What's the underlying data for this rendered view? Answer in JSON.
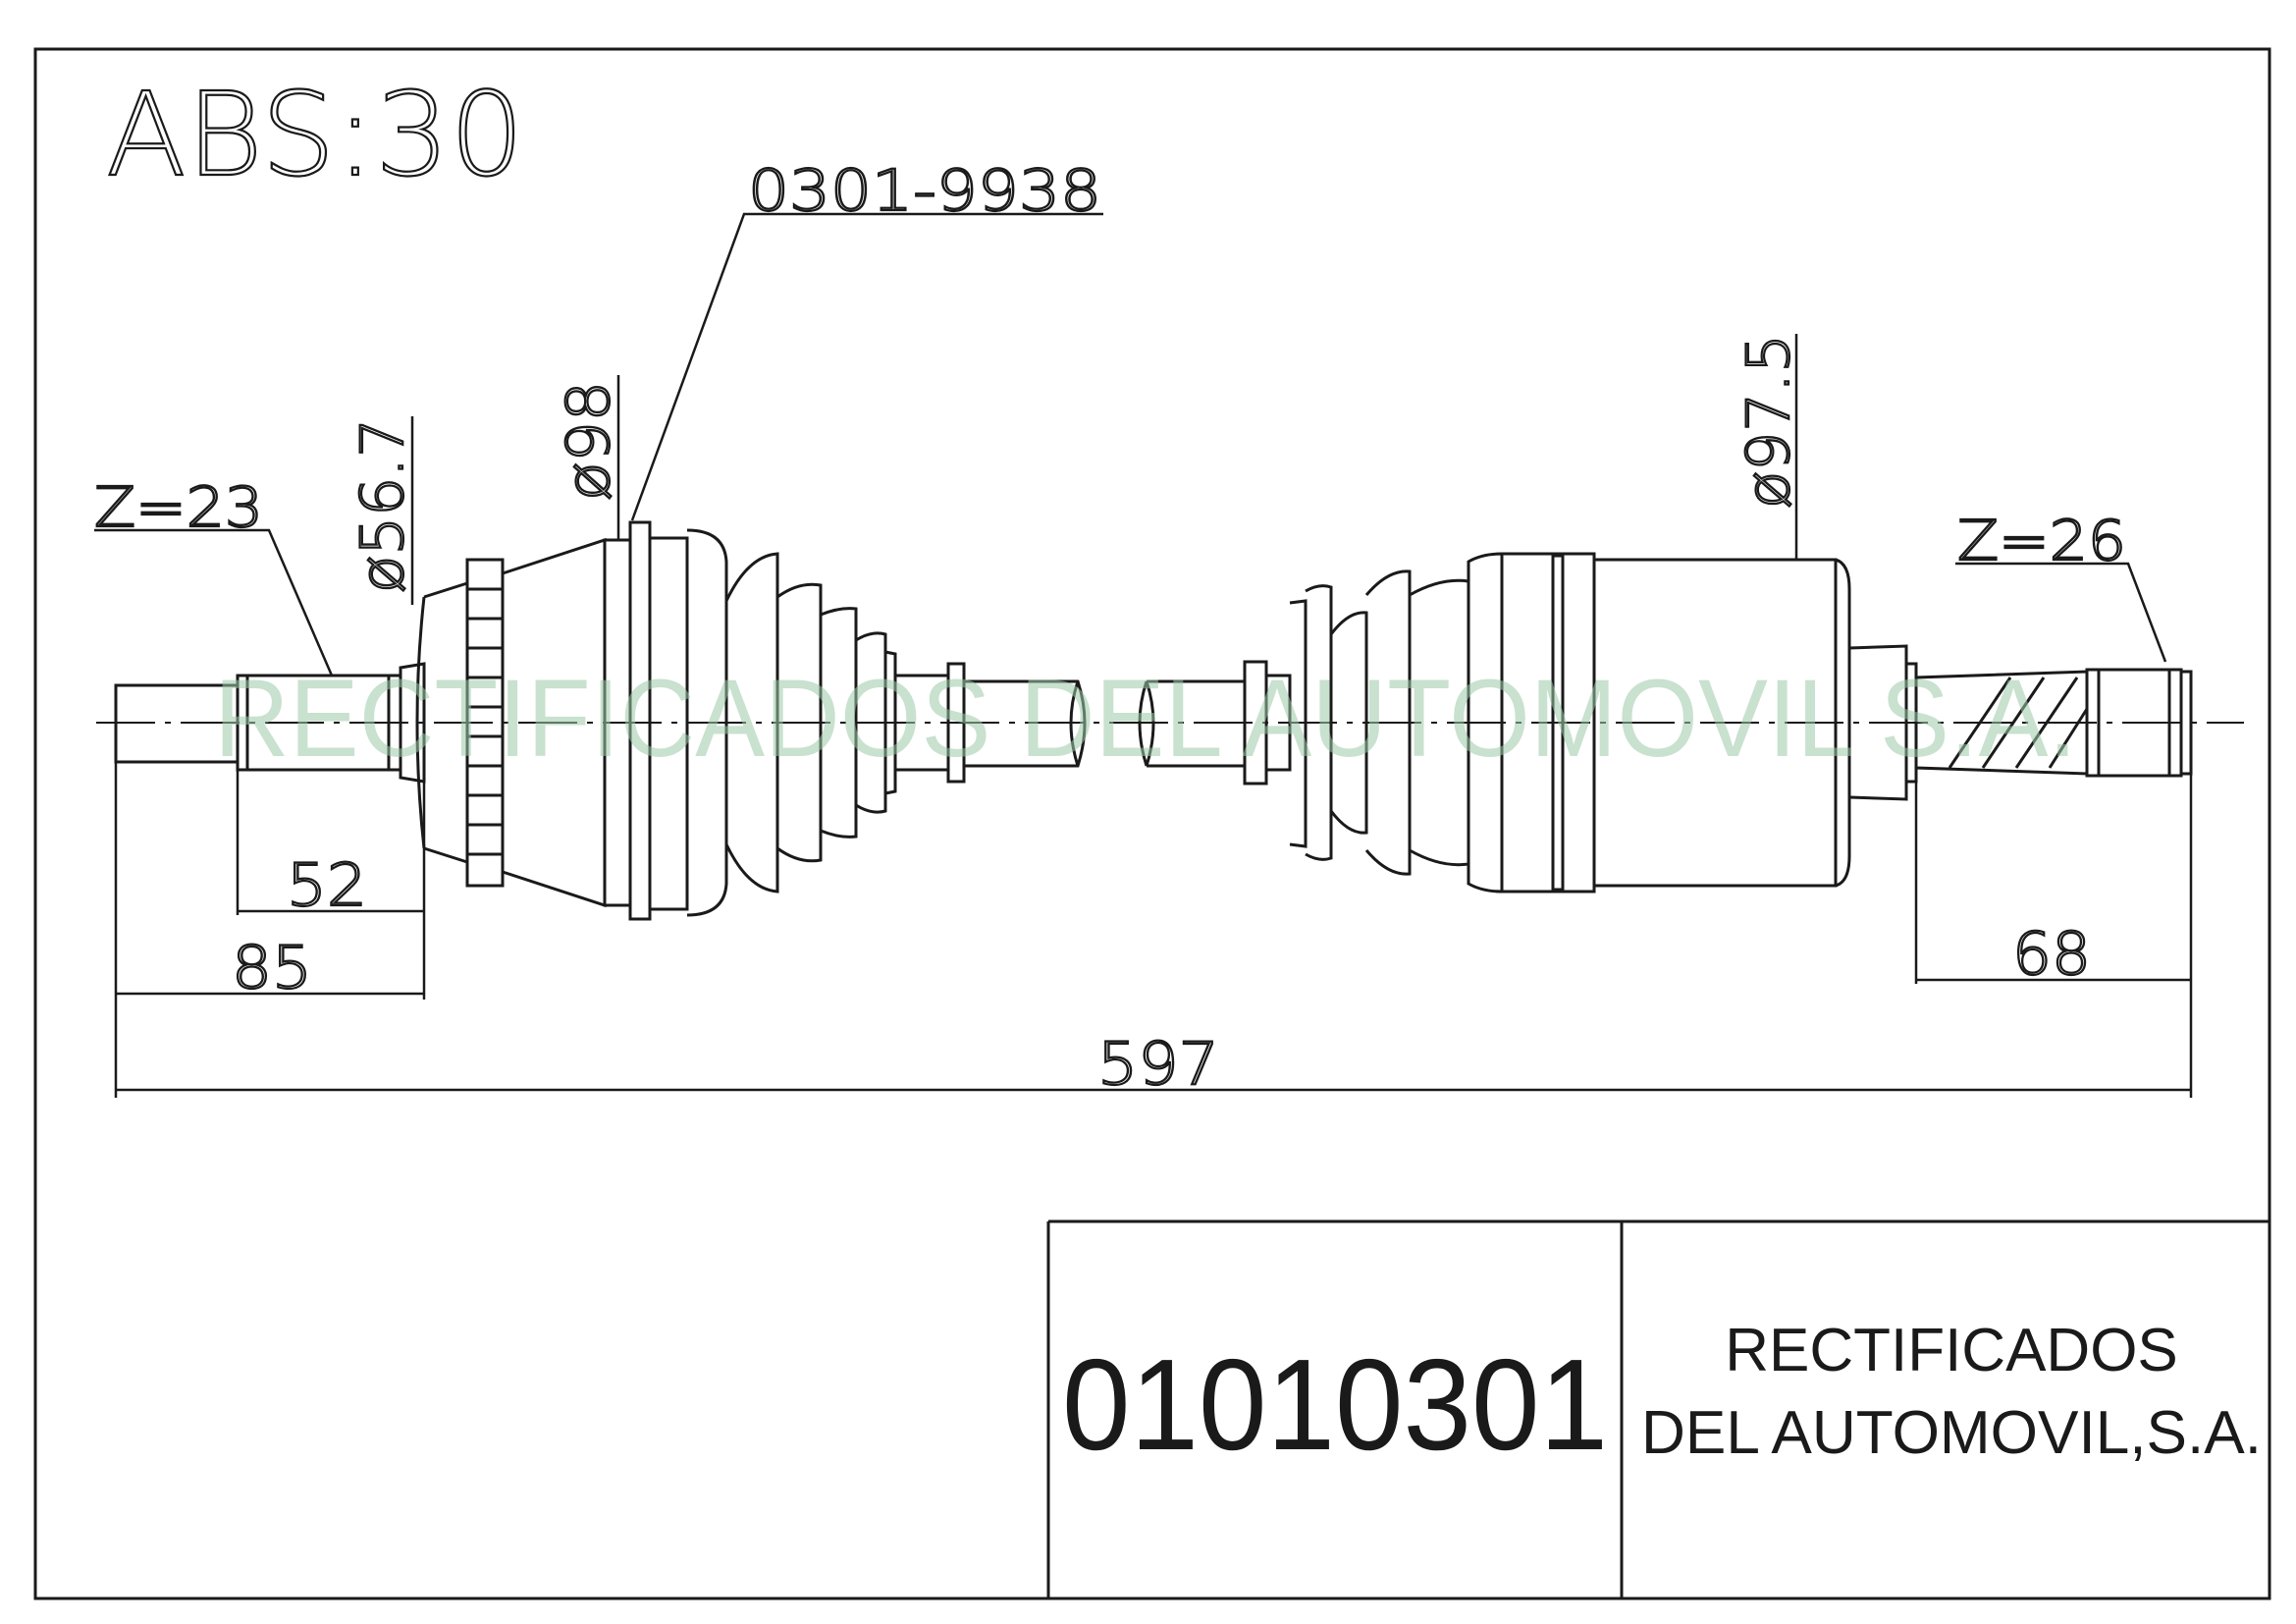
{
  "drawing": {
    "abs_label": "ABS:30",
    "part_ref": "0301-9938",
    "left_spline_teeth": "Z=23",
    "right_spline_teeth": "Z=26",
    "dim_left_diameter": "ø56.7",
    "dim_inner_joint_diameter": "ø98",
    "dim_outer_joint_diameter": "ø97.5",
    "dim_spline_length": "52",
    "dim_left_end_length": "85",
    "dim_right_end_length": "68",
    "dim_total_length": "597",
    "watermark": "RECTIFICADOS DEL AUTOMOVIL S.A."
  },
  "title_block": {
    "part_number": "01010301",
    "company_line1": "RECTIFICADOS",
    "company_line2": "DEL AUTOMOVIL,S.A."
  },
  "colors": {
    "line": "#1a1a1a",
    "watermark": "#9cc8a7",
    "background": "#ffffff"
  }
}
